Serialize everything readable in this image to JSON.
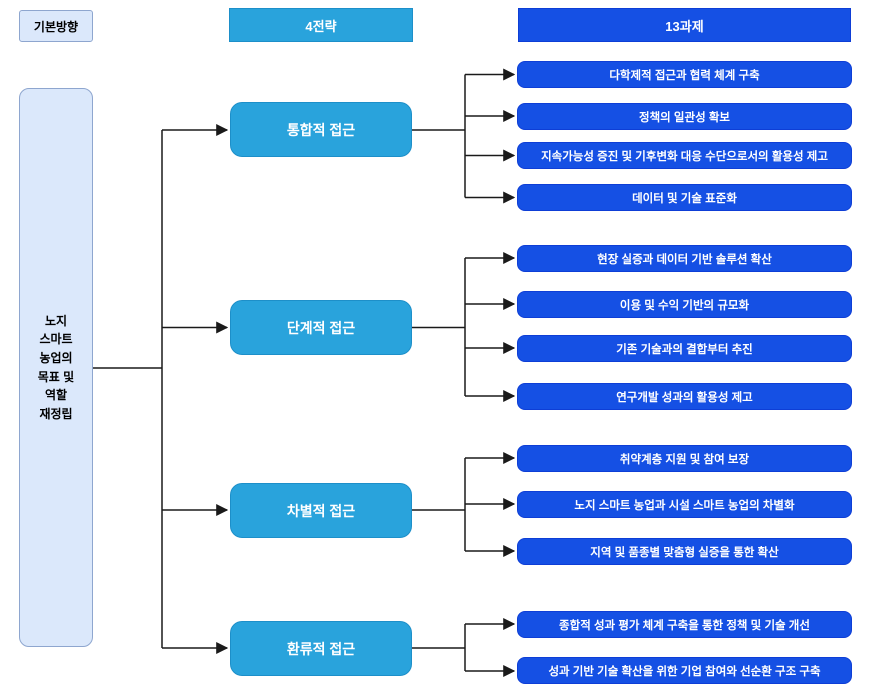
{
  "headers": {
    "basic_direction": "기본방향",
    "strategies": "4전략",
    "tasks": "13과제"
  },
  "root": {
    "label": "노지\n스마트\n농업의\n목표 및\n역할\n재정립"
  },
  "groups": [
    {
      "strategy": "통합적 접근",
      "tasks": [
        "다학제적 접근과 협력 체계 구축",
        "정책의 일관성 확보",
        "지속가능성 증진 및 기후변화 대응 수단으로서의 활용성 제고",
        "데이터 및 기술 표준화"
      ]
    },
    {
      "strategy": "단계적 접근",
      "tasks": [
        "현장 실증과 데이터 기반 솔루션 확산",
        "이용 및 수익 기반의 규모화",
        "기존 기술과의 결합부터 추진",
        "연구개발 성과의 활용성 제고"
      ]
    },
    {
      "strategy": "차별적 접근",
      "tasks": [
        "취약계층 지원 및 참여 보장",
        "노지 스마트 농업과 시설 스마트 농업의 차별화",
        "지역 및 품종별 맞춤형 실증을 통한 확산"
      ]
    },
    {
      "strategy": "환류적 접근",
      "tasks": [
        "종합적 성과 평가 체계 구축을 통한 정책 및 기술 개선",
        "성과 기반 기술 확산을 위한 기업 참여와 선순환 구조 구축"
      ]
    }
  ],
  "colors": {
    "strategy_fill": "#29a3dc",
    "task_fill": "#1550e4",
    "root_fill": "#dbe8fb",
    "root_border": "#8ea6cf",
    "connector": "#1a1a1a"
  }
}
